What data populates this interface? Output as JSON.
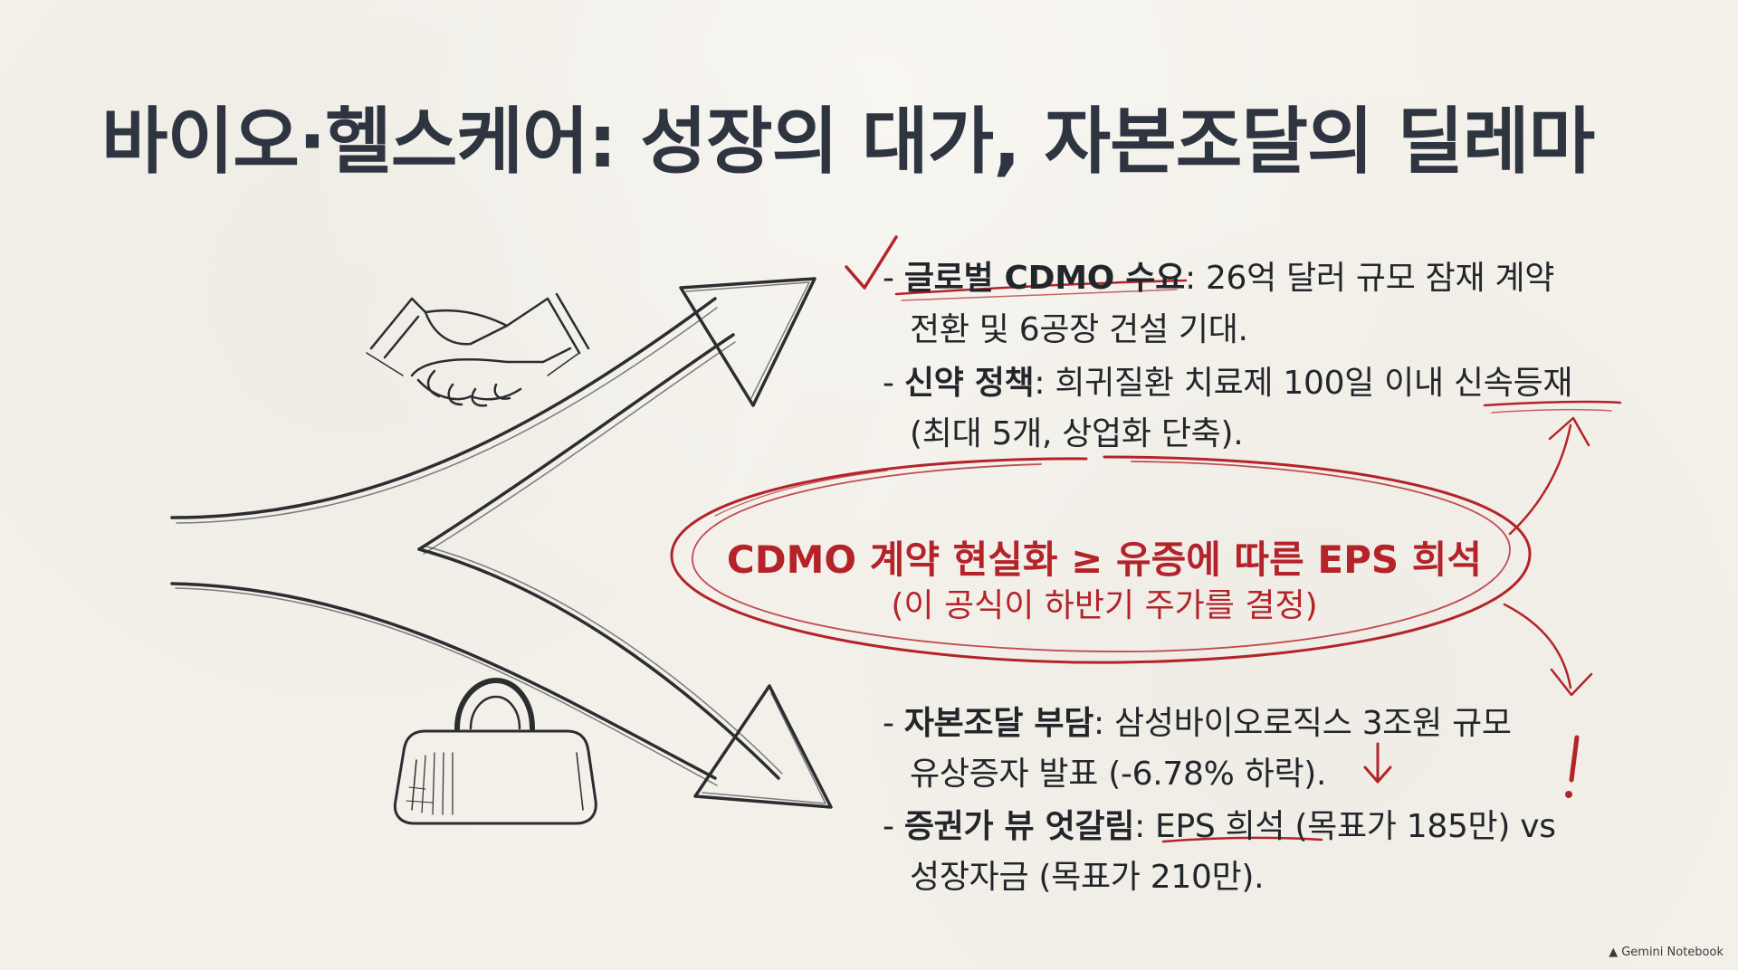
{
  "title": "바이오·헬스케어: 성장의 대가, 자본조달의 딜레마",
  "top_points": [
    {
      "head": "글로벌 CDMO 수요",
      "line1_rest": ": 26억 달러 규모 잠재 계약",
      "line2": "전환 및 6공장 건설 기대."
    },
    {
      "head": "신약 정책",
      "line1_rest": ": 희귀질환 치료제 100일 이내 신속등재",
      "line2": "(최대 5개, 상업화 단축)."
    }
  ],
  "formula": {
    "main": "CDMO 계약 현실화 ≥ 유증에 따른 EPS 희석",
    "sub": "(이 공식이 하반기 주가를 결정)"
  },
  "bottom_points": [
    {
      "head": "자본조달 부담",
      "line1_rest": ": 삼성바이오로직스 3조원 규모",
      "line2": "유상증자 발표 (-6.78% 하락)."
    },
    {
      "head": "증권가 뷰 엇갈림",
      "line1_rest": ": EPS 희석 (목표가 185만) vs",
      "line2": "성장자금 (목표가 210만)."
    }
  ],
  "bullet": "-",
  "brand": "Gemini Notebook",
  "icons": {
    "checkmark": "checkmark-icon",
    "handshake": "handshake-icon",
    "weight": "weight-icon",
    "exclamation": "exclamation-icon",
    "down_arrow": "down-arrow-icon",
    "brand": "gemini-icon"
  },
  "colors": {
    "background": "#f4f1ea",
    "ink": "#2b2d31",
    "accent_red": "#b4232a"
  }
}
